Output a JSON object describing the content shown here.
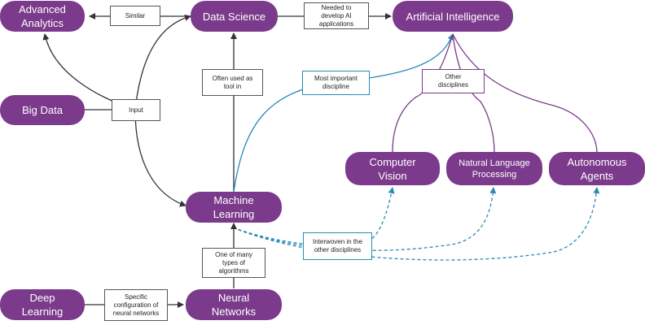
{
  "nodes": {
    "advanced_analytics": "Advanced\nAnalytics",
    "data_science": "Data Science",
    "artificial_intelligence": "Artificial Intelligence",
    "big_data": "Big Data",
    "computer_vision": "Computer\nVision",
    "natural_language_processing": "Natural Language\nProcessing",
    "autonomous_agents": "Autonomous\nAgents",
    "machine_learning": "Machine\nLearning",
    "deep_learning": "Deep\nLearning",
    "neural_networks": "Neural\nNetworks"
  },
  "edge_labels": {
    "similar": "Similar",
    "needed_to_develop": "Needed to\ndevelop AI\napplications",
    "input": "Input",
    "often_used_as_tool": "Often used as\ntool in",
    "most_important_discipline": "Most important\ndiscipline",
    "other_disciplines": "Other\ndisciplines",
    "interwoven": "Interwoven in the\nother disciplines",
    "one_of_many": "One of many\ntypes of\nalgorithms",
    "specific_configuration": "Specific\nconfiguration of\nneural networks"
  },
  "colors": {
    "node_fill": "#7b3a8b",
    "arrow_dark": "#333333",
    "arrow_blue": "#2a8bb7",
    "arrow_purple": "#7b3a8b"
  }
}
